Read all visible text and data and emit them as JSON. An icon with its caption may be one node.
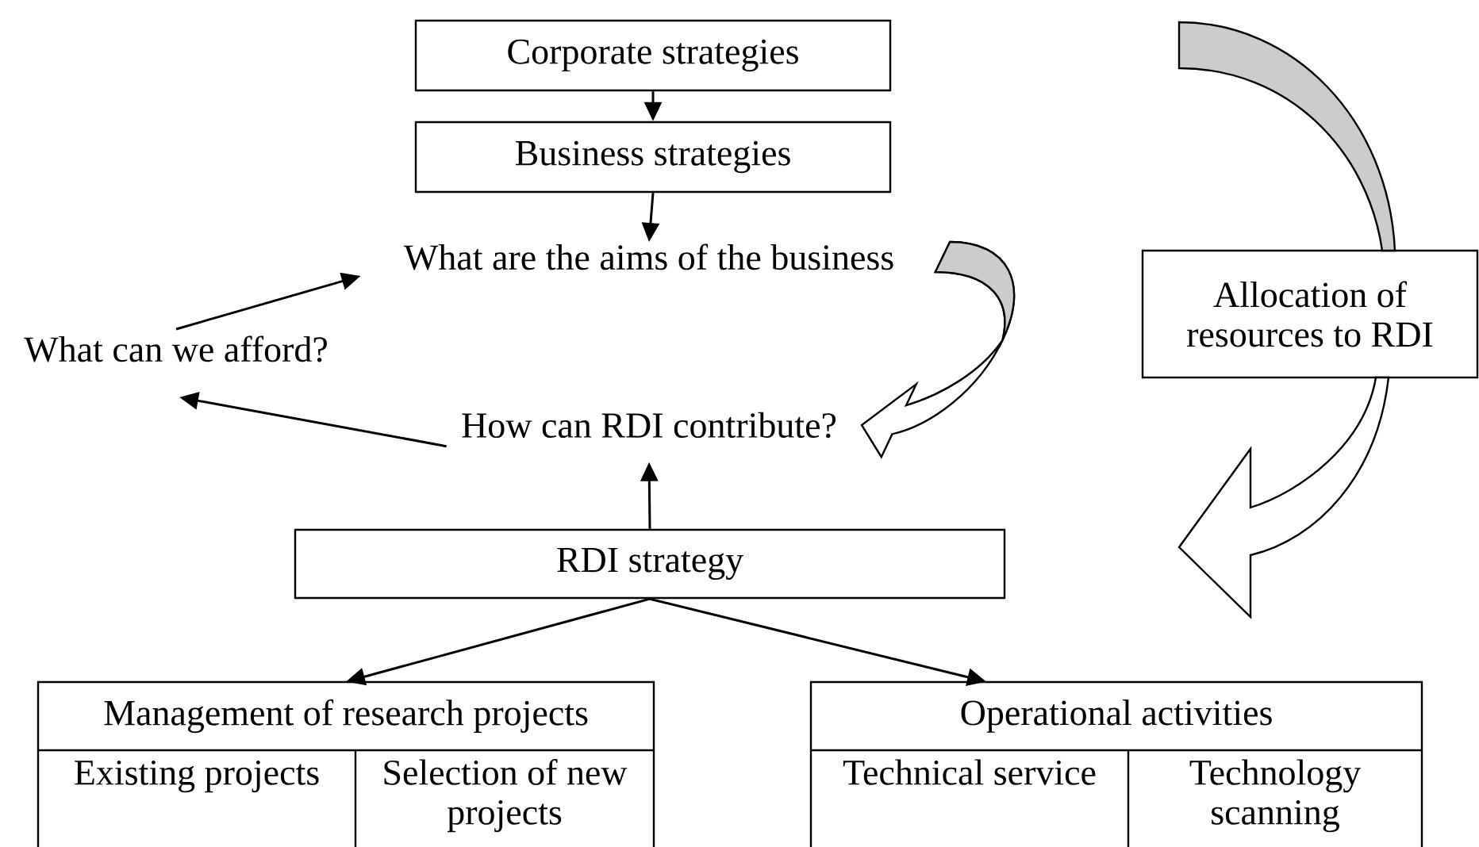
{
  "diagram": {
    "nodes": [
      {
        "text": [
          "Corporate strategies"
        ]
      },
      {
        "text": [
          "Business strategies"
        ]
      },
      {
        "text": [
          "What are the aims of the business"
        ]
      },
      {
        "text": [
          "What can we afford?"
        ]
      },
      {
        "text": [
          "How can RDI contribute?"
        ]
      },
      {
        "text": [
          "Allocation of resources to RDI"
        ]
      },
      {
        "text": [
          "RDI strategy"
        ]
      },
      {
        "text": [
          "Management of research projects"
        ]
      },
      {
        "text": [
          "Existing projects"
        ],
        "in": 7
      },
      {
        "text": [
          "Selection of new projects"
        ],
        "in": 7
      },
      {
        "text": [
          "Operational activities"
        ]
      },
      {
        "text": [
          "Technical service"
        ],
        "in": 10
      },
      {
        "text": [
          "Technology scanning"
        ],
        "in": 10
      }
    ],
    "edges": [
      {
        "from": 0,
        "to": 1,
        "arrow": "to"
      },
      {
        "from": 1,
        "to": 2,
        "arrow": "to"
      },
      {
        "from": 3,
        "to": 2,
        "arrow": "to"
      },
      {
        "from": 4,
        "to": 3,
        "arrow": "to"
      },
      {
        "from": 6,
        "to": 4,
        "arrow": "to"
      },
      {
        "from": 6,
        "to": 7,
        "arrow": "to"
      },
      {
        "from": 6,
        "to": 10,
        "arrow": "to"
      },
      {
        "from": 2,
        "to": 4,
        "arrow": "to",
        "style": "thick"
      },
      {
        "from": null,
        "to": 5,
        "arrow": "to",
        "style": "thick"
      },
      {
        "from": 5,
        "to": null,
        "arrow": "to",
        "style": "thick"
      }
    ]
  }
}
